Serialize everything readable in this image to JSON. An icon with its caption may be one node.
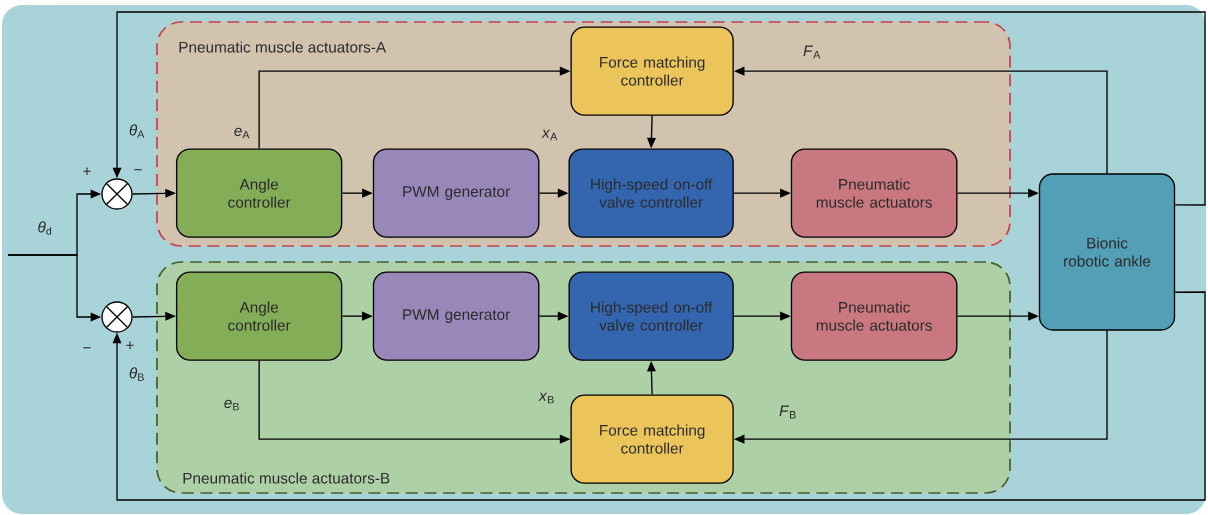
{
  "diagram": {
    "nodes": [
      {
        "text": [
          "Pneumatic muscle actuators-A"
        ]
      },
      {
        "text": [
          "Force matching controller"
        ],
        "in": 0
      },
      {
        "text": [
          "Angle controller"
        ],
        "in": 0
      },
      {
        "text": [
          "PWM generator"
        ],
        "in": 0
      },
      {
        "text": [
          "High-speed on-off valve controller"
        ],
        "in": 0
      },
      {
        "text": [
          "Pneumatic muscle actuators"
        ],
        "in": 0
      },
      {
        "text": [
          "Pneumatic muscle actuators-B"
        ]
      },
      {
        "text": [
          "Angle controller"
        ],
        "in": 6
      },
      {
        "text": [
          "PWM generator"
        ],
        "in": 6
      },
      {
        "text": [
          "High-speed on-off valve controller"
        ],
        "in": 6
      },
      {
        "text": [
          "Pneumatic muscle actuators"
        ],
        "in": 6
      },
      {
        "text": [
          "Force matching controller"
        ],
        "in": 6
      },
      {
        "text": [
          "Bionic robotic ankle"
        ]
      },
      {
        "text": [],
        "shape": "circle"
      },
      {
        "text": [],
        "shape": "circle"
      }
    ],
    "edges": [
      {
        "from": null,
        "to": 13,
        "arrow": "to",
        "label": "*θ*$_{d}$"
      },
      {
        "from": null,
        "to": 14,
        "arrow": "to"
      },
      {
        "from": 13,
        "to": 2,
        "arrow": "to"
      },
      {
        "from": 2,
        "to": 3,
        "arrow": "to"
      },
      {
        "from": 3,
        "to": 4,
        "arrow": "to"
      },
      {
        "from": 4,
        "to": 5,
        "arrow": "to"
      },
      {
        "from": 5,
        "to": 12,
        "arrow": "to"
      },
      {
        "from": 2,
        "to": 1,
        "arrow": "to",
        "label": "*e*$_{A}$"
      },
      {
        "from": 1,
        "to": 4,
        "arrow": "to"
      },
      {
        "from": 12,
        "to": 1,
        "arrow": "to",
        "label": "*F*$_{A}$"
      },
      {
        "from": 12,
        "to": 13,
        "arrow": "to",
        "label": "*θ*$_{A}$"
      },
      {
        "from": 14,
        "to": 7,
        "arrow": "to"
      },
      {
        "from": 7,
        "to": 8,
        "arrow": "to"
      },
      {
        "from": 8,
        "to": 9,
        "arrow": "to"
      },
      {
        "from": 9,
        "to": 10,
        "arrow": "to"
      },
      {
        "from": 10,
        "to": 12,
        "arrow": "to"
      },
      {
        "from": 7,
        "to": 11,
        "arrow": "to",
        "label": "*e*$_{B}$"
      },
      {
        "from": 11,
        "to": 9,
        "arrow": "to"
      },
      {
        "from": 12,
        "to": 11,
        "arrow": "to",
        "label": "*F*$_{B}$"
      },
      {
        "from": 12,
        "to": 14,
        "arrow": "to",
        "label": "*θ*$_{B}$"
      }
    ],
    "labels": [
      "+",
      "−",
      "−",
      "+",
      "*x*$_{A}$",
      "*x*$_{B}$"
    ]
  }
}
